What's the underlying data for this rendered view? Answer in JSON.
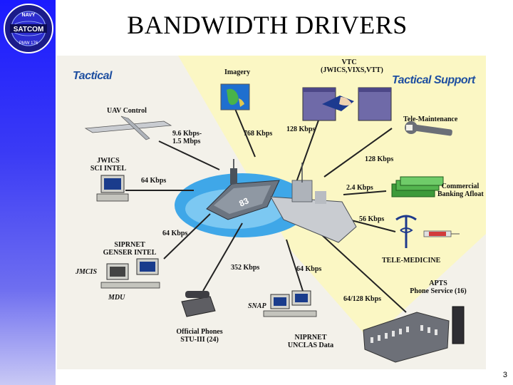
{
  "slide": {
    "title": "BANDWIDTH DRIVERS",
    "page_number": "3"
  },
  "logo": {
    "top_text": "NAVY",
    "main_text": "SATCOM",
    "bottom_text": "PMW 176"
  },
  "headers": {
    "tactical": "Tactical",
    "tactical_support": "Tactical Support"
  },
  "nodes": {
    "imagery": "Imagery",
    "vtc_1": "VTC",
    "vtc_2": "(JWICS,VIXS,VTT)",
    "uav": "UAV Control",
    "jwics_1": "JWICS",
    "jwics_2": "SCI INTEL",
    "siprnet_1": "SIPRNET",
    "siprnet_2": "GENSER INTEL",
    "jmcis": "JMCIS",
    "mdu": "MDU",
    "phones_1": "Official Phones",
    "phones_2": "STU-III (24)",
    "snap": "SNAP",
    "niprnet_1": "NIPRNET",
    "niprnet_2": "UNCLAS Data",
    "tele_maint": "Tele-Maintenance",
    "commercial_1": "Commercial",
    "commercial_2": "Banking Afloat",
    "tele_med": "TELE-MEDICINE",
    "apts_1": "APTS",
    "apts_2": "Phone Service (16)"
  },
  "rates": {
    "uav_1": "9.6 Kbps-",
    "uav_2": "1.5 Mbps",
    "imagery": "768 Kbps",
    "vtc": "128 Kbps",
    "jwics": "64 Kbps",
    "siprnet": "64 Kbps",
    "phones": "352  Kbps",
    "niprnet": "64 Kbps",
    "tele_maint": "128 Kbps",
    "commercial": "2.4 Kbps",
    "tele_med": "56 Kbps",
    "apts": "64/128 Kbps"
  },
  "colors": {
    "header_blue": "#1e4fa0",
    "sidebar_blue": "#1a1aff",
    "beam_yellow": "#fbf7c4",
    "water_blue": "#3fa7e8"
  }
}
